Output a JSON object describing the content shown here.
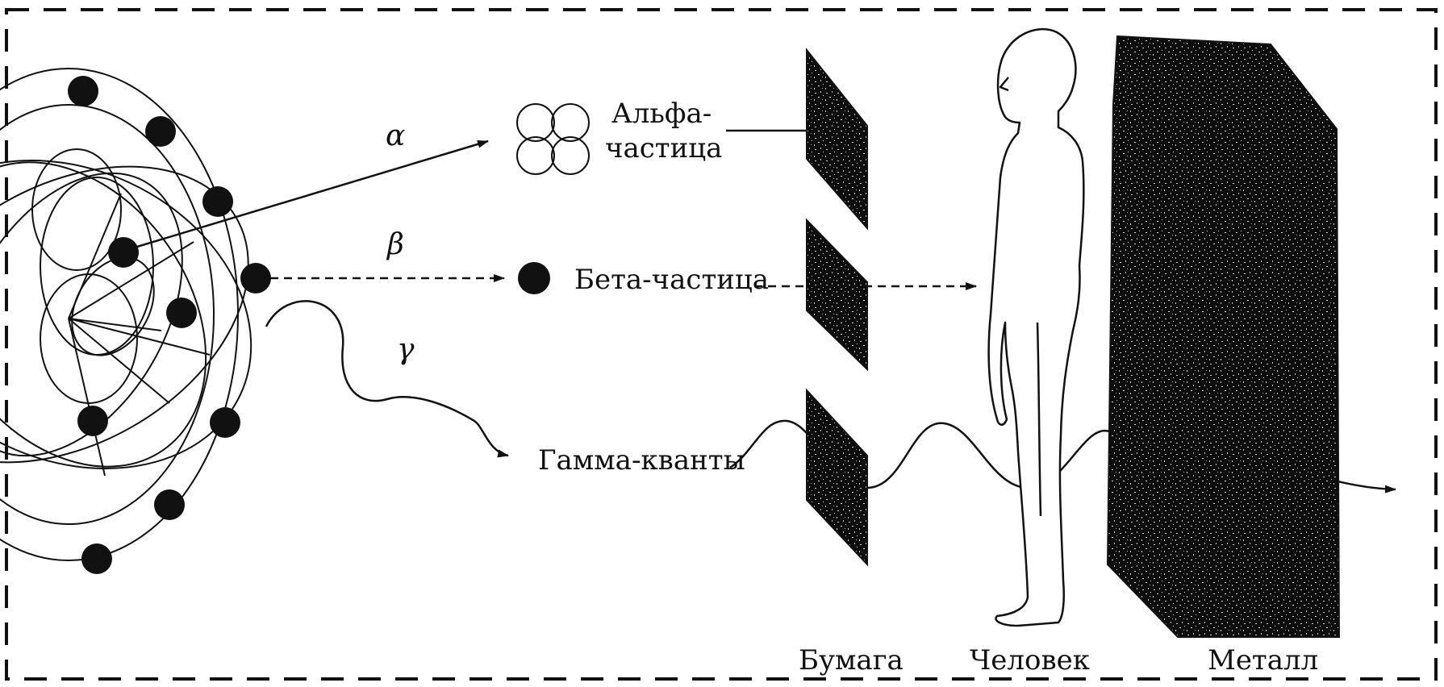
{
  "particles": {
    "alpha": {
      "symbol": "α",
      "label_line1": "Альфа-",
      "label_line2": "частица"
    },
    "beta": {
      "symbol": "β",
      "label": "Бета-частица"
    },
    "gamma": {
      "symbol": "γ",
      "label": "Гамма-кванты"
    }
  },
  "barriers": {
    "paper": "Бумага",
    "human": "Человек",
    "metal": "Металл"
  },
  "colors": {
    "ink": "#111111",
    "background": "#ffffff"
  }
}
